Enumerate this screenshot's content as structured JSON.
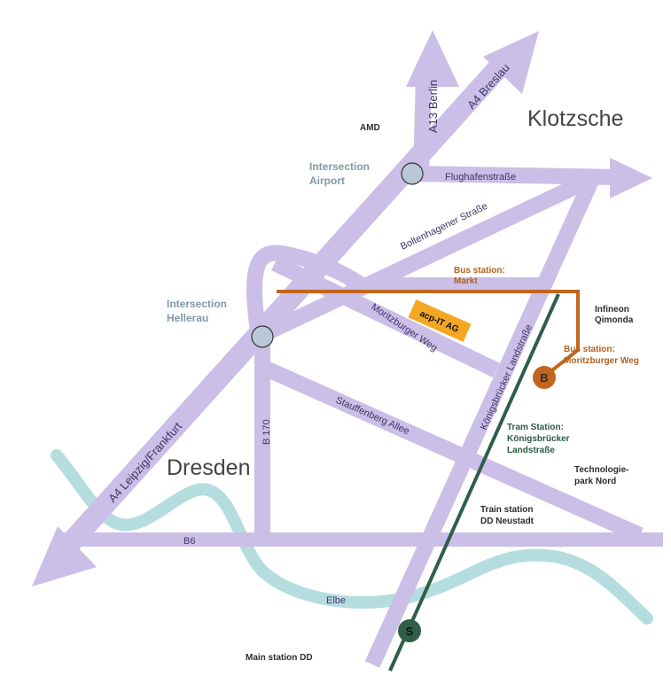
{
  "colors": {
    "road": "#cbbfe8",
    "river": "#b5dde0",
    "bus": "#c0661e",
    "tram": "#2f5e48",
    "intersection": "#b8c8d8",
    "highlight": "#f5a623"
  },
  "places": {
    "klotzsche": "Klotzsche",
    "dresden": "Dresden"
  },
  "highways": {
    "a13": "A13 Berlin",
    "a4_breslau": "A4 Breslau",
    "a4_leipzig": "A4 Leipzig/Frankfurt"
  },
  "roads": {
    "flughafen": "Flughafenstraße",
    "boltenhagener": "Boltenhagener Straße",
    "moritzburger": "Moritzburger Weg",
    "koenigsbruecker": "Königsbrücker Landstraße",
    "stauffenberg": "Stauffenberg Allee",
    "b170": "B 170",
    "b6": "B6"
  },
  "river": {
    "name": "Elbe"
  },
  "intersections": {
    "airport": [
      "Intersection",
      "Airport"
    ],
    "hellerau": [
      "Intersection",
      "Hellerau"
    ]
  },
  "company": "acp-IT AG",
  "pois": {
    "amd": "AMD",
    "infineon": [
      "Infineon",
      "Qimonda"
    ],
    "technologiepark": [
      "Technologie-",
      "park Nord"
    ],
    "train_station": [
      "Train station",
      "DD Neustadt"
    ],
    "main_station": "Main station DD"
  },
  "transit": {
    "bus_markt": [
      "Bus station:",
      "Markt"
    ],
    "bus_moritzburger": [
      "Bus station:",
      "Moritzburger Weg"
    ],
    "tram_station": [
      "Tram Station:",
      "Königsbrücker",
      "Landstraße"
    ],
    "bus_icon": "B",
    "sbahn_icon": "S"
  }
}
